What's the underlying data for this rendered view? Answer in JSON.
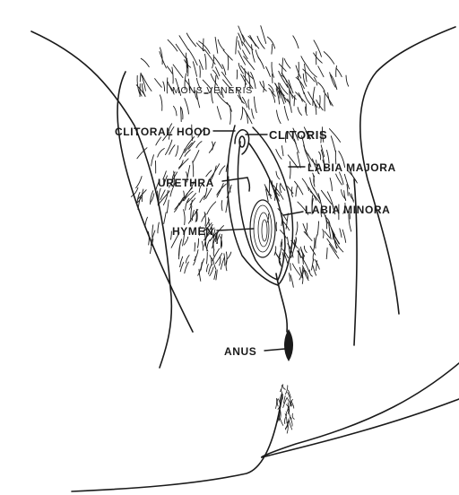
{
  "labels": {
    "mons_veneris": "MONS VENERIS",
    "clitoral_hood": "CLITORAL HOOD",
    "clitoris": "CLITORIS",
    "urethra": "URETHRA",
    "labia_majora": "LABIA MAJORA",
    "labia_minora": "LABIA MINORA",
    "hymen": "HYMEN",
    "anus": "ANUS"
  },
  "colors": {
    "ink": "#1a1a1a",
    "paper": "#ffffff"
  }
}
